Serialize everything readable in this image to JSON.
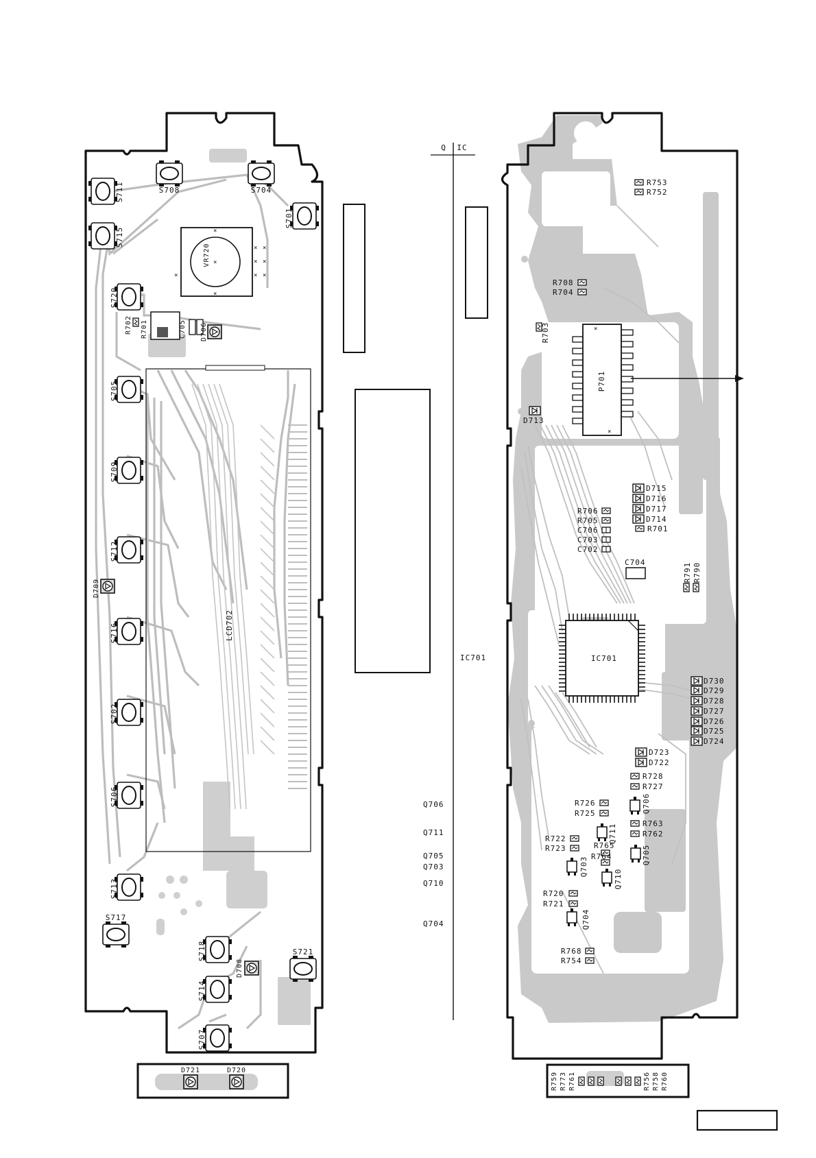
{
  "colors": {
    "board_outline": "#111111",
    "copper": "#c8c8c8",
    "trace": "#bdbdbd",
    "ink": "#111111",
    "paper": "#ffffff"
  },
  "axis_labels": {
    "q": "Q",
    "ic": "IC"
  },
  "left_board": {
    "switches": [
      "S711",
      "S708",
      "S704",
      "S701",
      "S715",
      "S720",
      "S705",
      "S709",
      "S712",
      "S716",
      "S702",
      "S706",
      "S713",
      "S717",
      "S718",
      "S714",
      "S707",
      "S721"
    ],
    "pot": "VR720",
    "resistors": [
      "R702",
      "R701"
    ],
    "capacitor": "C705",
    "leds": [
      "D706",
      "D709",
      "D708"
    ],
    "lcd": "LCD702",
    "sub_leds": [
      "D721",
      "D720"
    ]
  },
  "middle_refs": [
    "IC701",
    "Q706",
    "Q711",
    "Q705",
    "Q703",
    "Q710",
    "Q704"
  ],
  "right_board": {
    "top_resistors": [
      "R753",
      "R752",
      "R708",
      "R704",
      "R703"
    ],
    "connector": "P701",
    "diode_d713": "D713",
    "leds_group_a": [
      "D715",
      "D716",
      "D717",
      "D714"
    ],
    "r701": "R701",
    "rc_group": [
      "R706",
      "R705",
      "C706",
      "C703",
      "C702"
    ],
    "c704": "C704",
    "r791": "R791",
    "r790": "R790",
    "ic": "IC701",
    "leds_group_b": [
      "D730",
      "D729",
      "D728",
      "D727",
      "D726",
      "D725",
      "D724"
    ],
    "leds_group_c": [
      "D723",
      "D722"
    ],
    "r728": "R728",
    "r727": "R727",
    "r726": "R726",
    "r725": "R725",
    "q706": "Q706",
    "r763": "R763",
    "r762": "R762",
    "q711": "Q711",
    "r722": "R722",
    "r723": "R723",
    "r765": "R765",
    "r764": "R764",
    "q705": "Q705",
    "q703": "Q703",
    "q710": "Q710",
    "r720": "R720",
    "r721": "R721",
    "q704": "Q704",
    "r768": "R768",
    "r754": "R754",
    "sub_resistors": [
      "R759",
      "R773",
      "R761",
      "R756",
      "R758",
      "R760"
    ]
  }
}
